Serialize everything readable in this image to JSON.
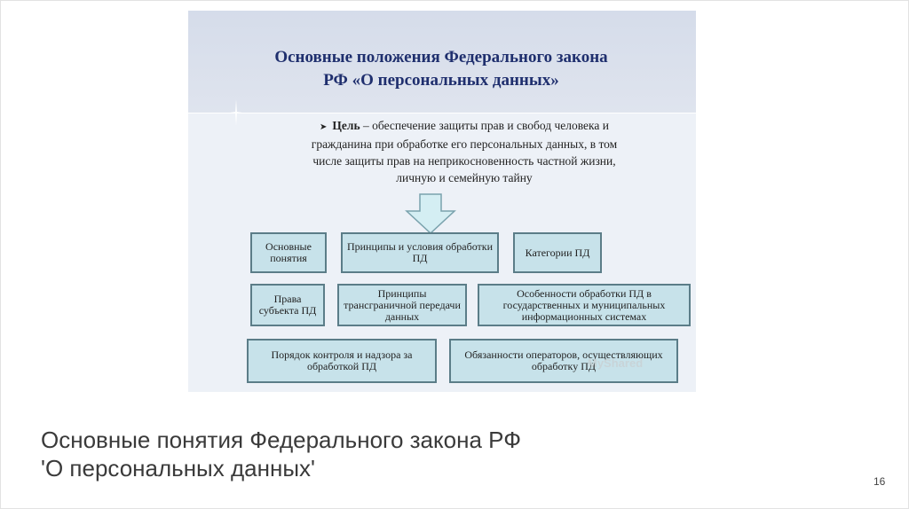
{
  "slide": {
    "title_line1": "Основные положения Федерального закона",
    "title_line2": "РФ «О персональных данных»",
    "goal": {
      "label": "Цель",
      "text_line1": " – обеспечение защиты прав и свобод человека и",
      "text_line2": "гражданина при обработке его персональных данных, в том",
      "text_line3": "числе защиты прав на неприкосновенность частной жизни,",
      "text_line4": "личную и семейную тайну"
    },
    "boxes": {
      "basic_concepts": "Основные понятия",
      "principles_conditions": "Принципы и условия обработки ПД",
      "categories": "Категории ПД",
      "subject_rights": "Права субъекта ПД",
      "cross_border": "Принципы трансграничной передачи данных",
      "state_systems": "Особенности обработки ПД в государственных и муниципальных информационных системах",
      "control": "Порядок контроля и надзора за обработкой ПД",
      "operator_duties": "Обязанности операторов, осуществляющих обработку ПД"
    },
    "watermark": "MyShared"
  },
  "caption": {
    "line1": "Основные понятия Федерального закона РФ",
    "line2": "'О персональных данных'"
  },
  "page_number": "16"
}
